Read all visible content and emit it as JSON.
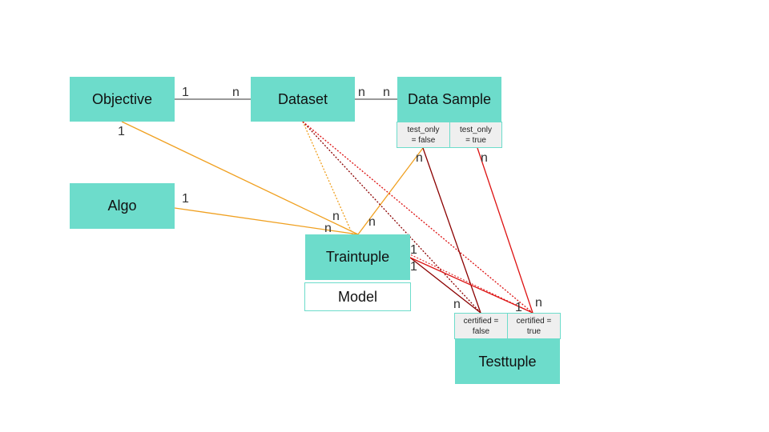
{
  "colors": {
    "box_fill": "#6ddccb",
    "attr_fill": "#efefef",
    "line_black": "#333333",
    "line_orange": "#f0a020",
    "line_red": "#dd1111",
    "line_darkred": "#8b0000"
  },
  "entities": {
    "objective": "Objective",
    "dataset": "Dataset",
    "data_sample": "Data Sample",
    "algo": "Algo",
    "traintuple": "Traintuple",
    "model": "Model",
    "testtuple": "Testtuple"
  },
  "attributes": {
    "test_only_false": "test_only\n= false",
    "test_only_true": "test_only\n= true",
    "certified_false": "certified =\nfalse",
    "certified_true": "certified =\ntrue"
  },
  "cardinalities": {
    "objective_dataset_1": "1",
    "objective_dataset_n": "n",
    "dataset_sample_n1": "n",
    "dataset_sample_n2": "n",
    "objective_traintuple_1": "1",
    "algo_traintuple_1": "1",
    "traintuple_n_a": "n",
    "traintuple_n_b": "n",
    "traintuple_n_c": "n",
    "sample_false_n": "n",
    "sample_true_n": "n",
    "traintuple_right_1a": "1",
    "traintuple_right_1b": "1",
    "testtuple_false_n": "n",
    "testtuple_true_1": "1",
    "testtuple_true_n": "n"
  }
}
